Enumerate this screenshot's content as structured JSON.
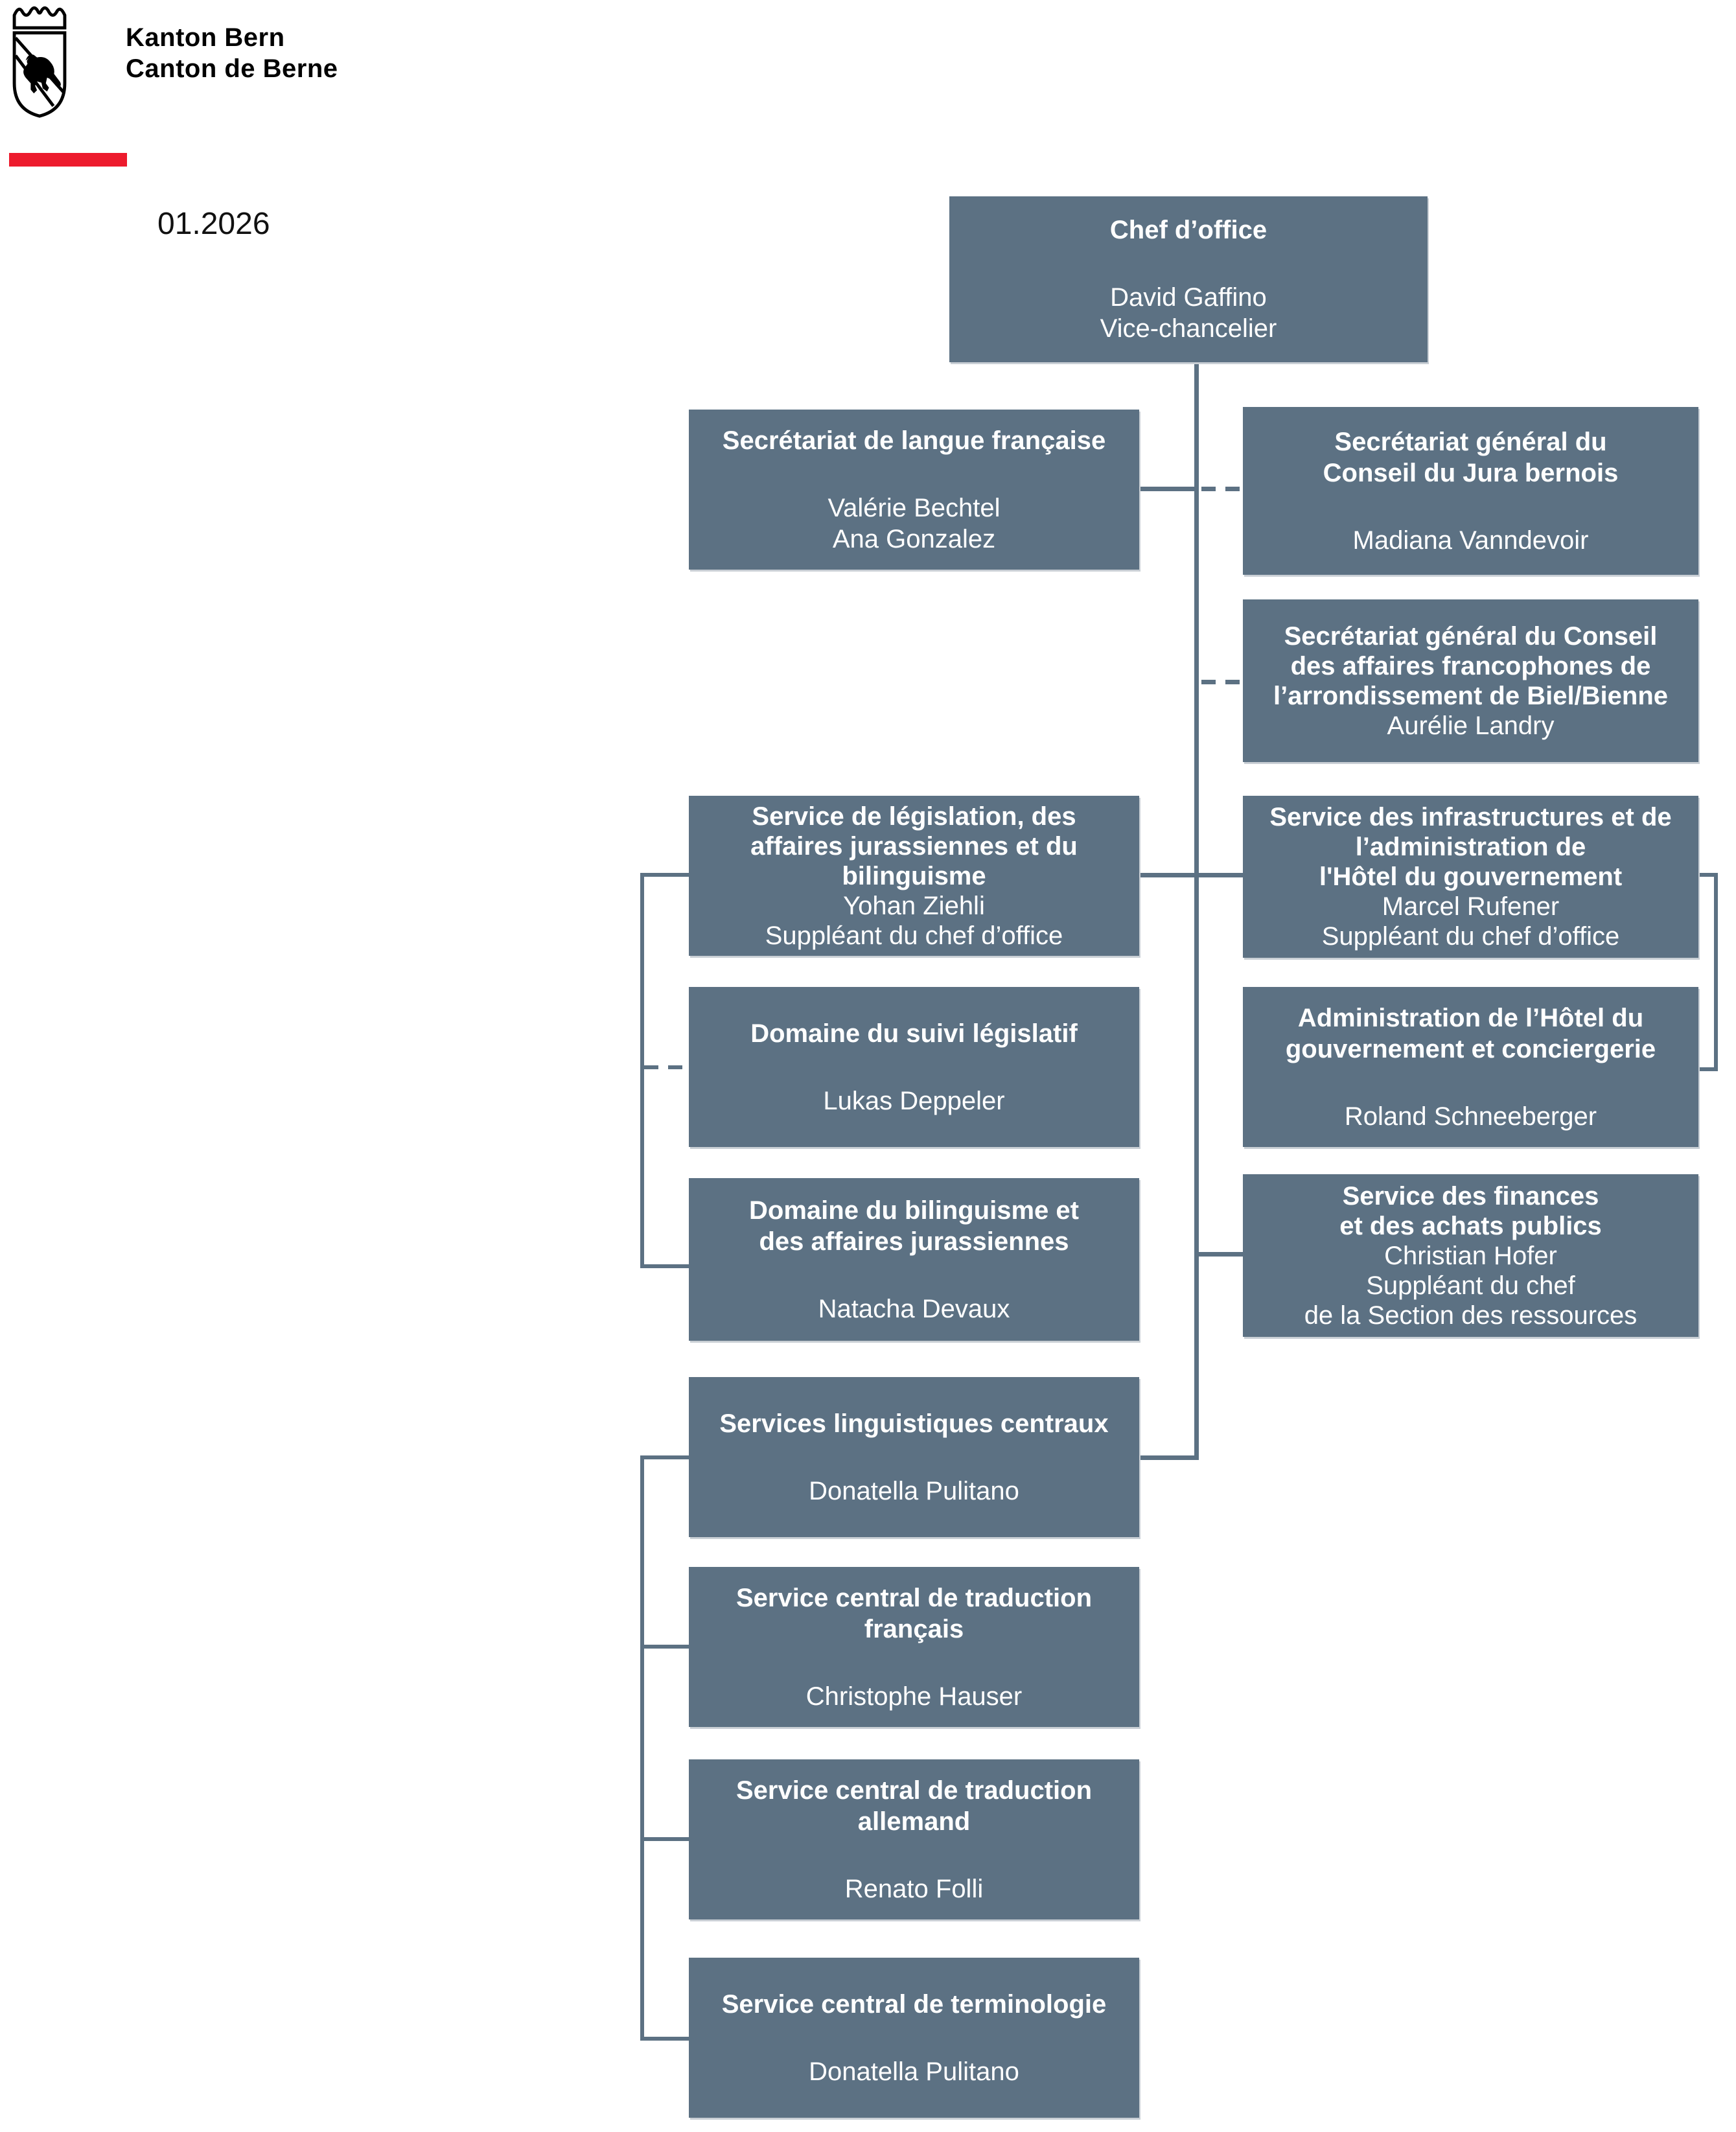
{
  "page": {
    "logo": {
      "line1": "Kanton Bern",
      "line2": "Canton de Berne"
    },
    "date": "01.2026",
    "colors": {
      "box_fill": "#5c7183",
      "connector": "#5c7183",
      "accent_red": "#ed1b2d",
      "box_text": "#ffffff",
      "divider": "#1a1a1a"
    }
  },
  "org": {
    "chef": {
      "title_lines": [
        "Chef d’office"
      ],
      "name_lines": [
        "David Gaffino",
        "Vice-chancelier"
      ]
    },
    "sec_fr": {
      "title_lines": [
        "Secrétariat de langue française"
      ],
      "name_lines": [
        "Valérie Bechtel",
        "Ana Gonzalez"
      ]
    },
    "sec_jura": {
      "title_lines": [
        "Secrétariat général du",
        "Conseil du Jura bernois"
      ],
      "name_lines": [
        "Madiana Vanndevoir"
      ]
    },
    "caf": {
      "title_lines": [
        "Secrétariat général du Conseil",
        "des affaires francophones de",
        "l’arrondissement de Biel/Bienne"
      ],
      "name_lines": [
        "Aurélie Landry"
      ]
    },
    "legislation": {
      "title_lines": [
        "Service de législation, des",
        "affaires jurassiennes et du",
        "bilinguisme"
      ],
      "name_lines": [
        "Yohan Ziehli",
        "Suppléant du chef d’office"
      ]
    },
    "infrastructures": {
      "title_lines": [
        "Service des infrastructures et de",
        "l’administration de",
        "l'Hôtel du gouvernement"
      ],
      "name_lines": [
        "Marcel Rufener",
        "Suppléant du chef d’office"
      ]
    },
    "suivi": {
      "title_lines": [
        "Domaine du suivi législatif"
      ],
      "name_lines": [
        "Lukas Deppeler"
      ]
    },
    "admin_hotel": {
      "title_lines": [
        "Administration de l’Hôtel du",
        "gouvernement et conciergerie"
      ],
      "name_lines": [
        "Roland Schneeberger"
      ]
    },
    "bilinguisme": {
      "title_lines": [
        "Domaine du bilinguisme et",
        "des affaires jurassiennes"
      ],
      "name_lines": [
        "Natacha Devaux"
      ]
    },
    "finances": {
      "title_lines": [
        "Service des finances",
        "et des achats publics"
      ],
      "name_lines": [
        "Christian Hofer",
        "Suppléant du chef",
        "de la Section des ressources"
      ]
    },
    "linguistiques": {
      "title_lines": [
        "Services linguistiques centraux"
      ],
      "name_lines": [
        "Donatella Pulitano"
      ]
    },
    "trad_fr": {
      "title_lines": [
        "Service central de traduction",
        "français"
      ],
      "name_lines": [
        "Christophe Hauser"
      ]
    },
    "trad_de": {
      "title_lines": [
        "Service central de traduction",
        "allemand"
      ],
      "name_lines": [
        "Renato Folli"
      ]
    },
    "terminologie": {
      "title_lines": [
        "Service central de terminologie"
      ],
      "name_lines": [
        "Donatella Pulitano"
      ]
    }
  }
}
